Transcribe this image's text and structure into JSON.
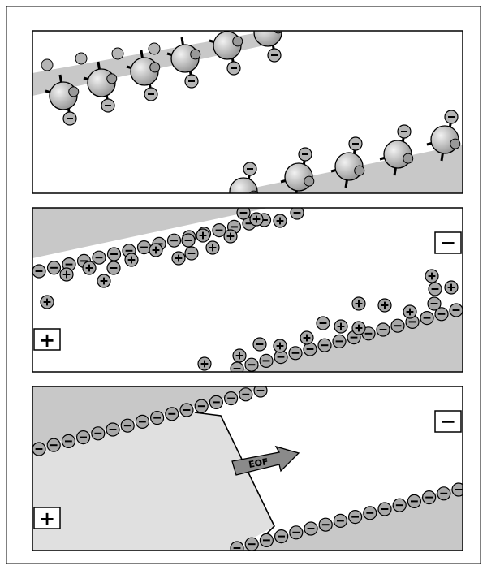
{
  "figure": {
    "panels": [
      {
        "id": "top",
        "content": "molecules-at-walls"
      },
      {
        "id": "middle",
        "content": "double-layer-ions",
        "labels": {
          "left": "+",
          "right": "−"
        }
      },
      {
        "id": "bottom",
        "content": "electroosmotic-flow",
        "labels": {
          "left": "+",
          "right": "−"
        },
        "arrow_label": "EOF"
      }
    ],
    "colors": {
      "wall": "#c8c8c8",
      "fluid": "#e0e0e0",
      "ion": "#a8a8a8",
      "stroke": "#000000"
    }
  }
}
